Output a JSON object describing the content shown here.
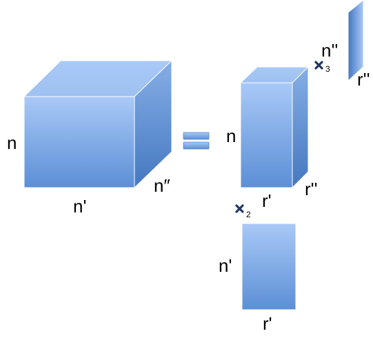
{
  "colors": {
    "face_top": "#9ec1f1",
    "face_front_light": "#a9c9f7",
    "face_front_dark": "#5c8fd6",
    "face_side_light": "#86aee6",
    "face_side_dark": "#4478c0",
    "edge": "#5a84c4",
    "mark": "#1f3864",
    "text": "#000000"
  },
  "tensor": {
    "label_rows": "n",
    "label_cols": "n'",
    "label_depth": "n″"
  },
  "equals_sign": {
    "icon": "equals-icon"
  },
  "core": {
    "label_rows": "n",
    "label_cols": "r'",
    "label_depth": "r''"
  },
  "factor_mode2": {
    "operator_icon": "times-icon",
    "operator_subscript": "2",
    "label_rows": "n'",
    "label_cols": "r'"
  },
  "factor_mode3": {
    "operator_icon": "times-icon",
    "operator_subscript": "3",
    "label_rows": "n''",
    "label_cols": "r''"
  }
}
